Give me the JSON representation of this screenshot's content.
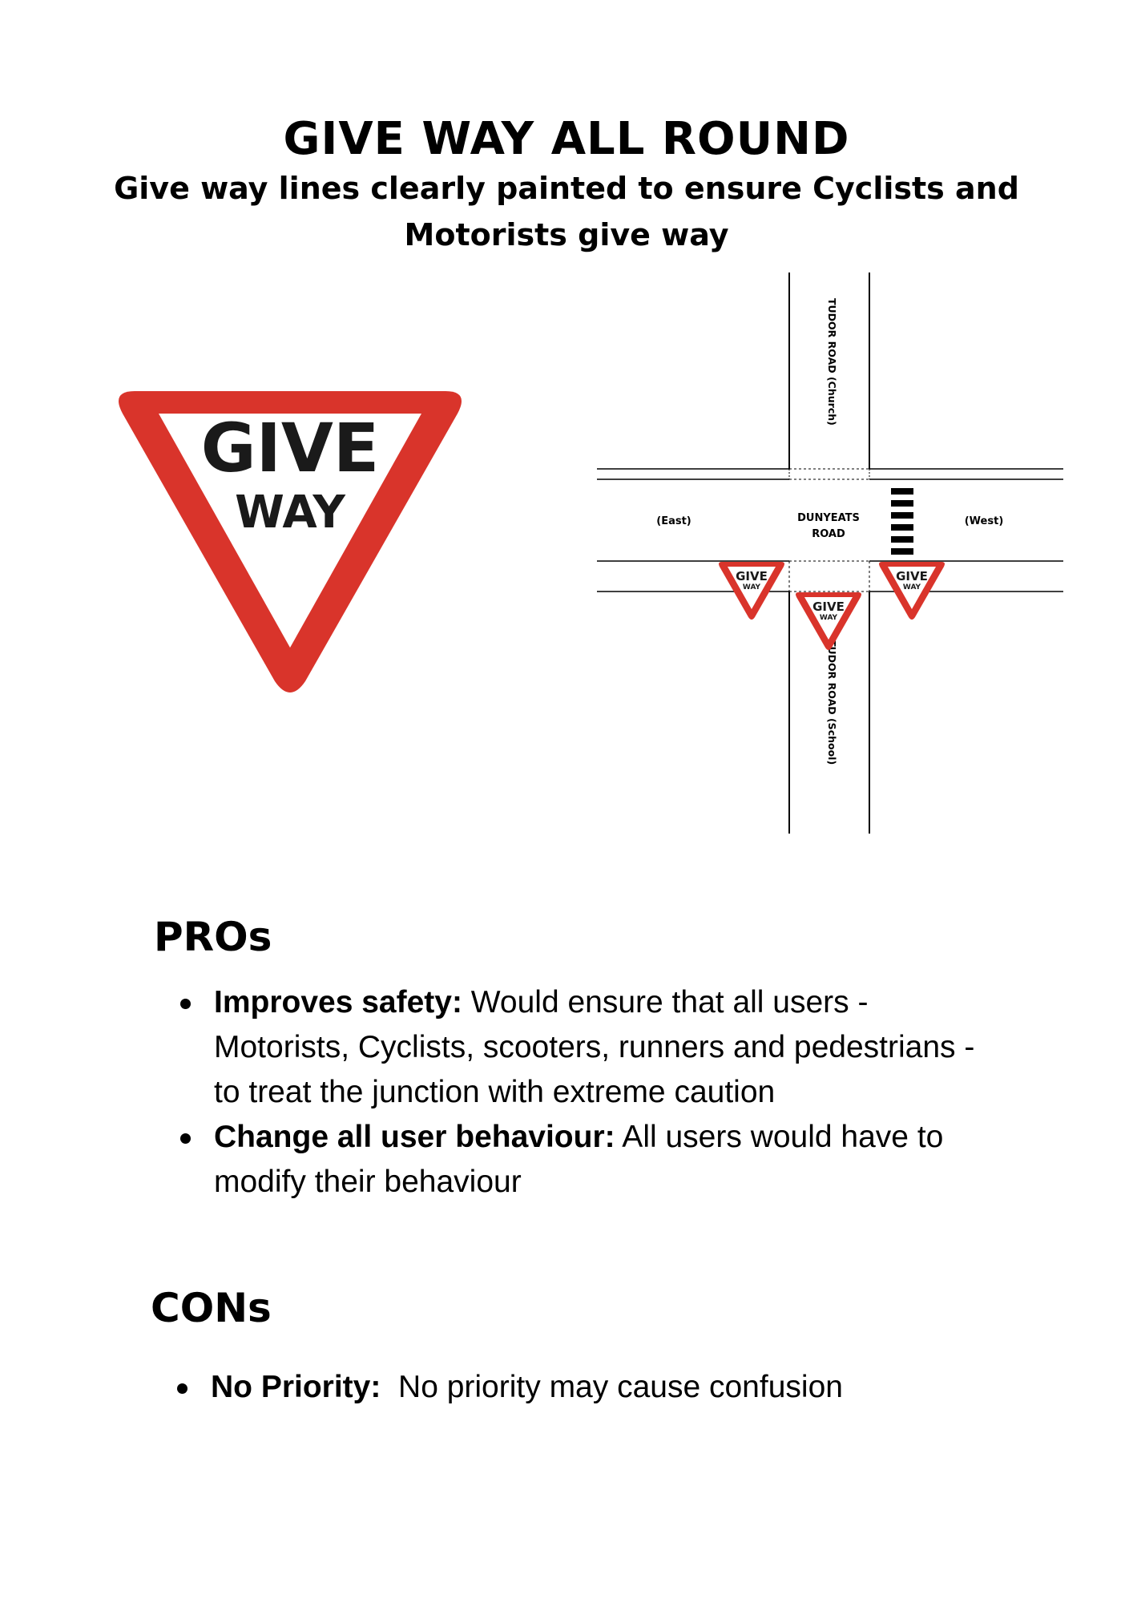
{
  "header": {
    "title": "GIVE WAY ALL ROUND",
    "subtitle": "Give way lines clearly painted to ensure Cyclists and Motorists give way"
  },
  "sign": {
    "line1": "GIVE",
    "line2": "WAY",
    "border_color": "#d9342b",
    "text_color": "#1a1a1a"
  },
  "diagram": {
    "north_road": "TUDOR ROAD (Church)",
    "south_road": "TUDOR ROAD (School)",
    "main_road_line1": "DUNYEATS",
    "main_road_line2": "ROAD",
    "east_label": "(East)",
    "west_label": "(West)",
    "small_sign_line1": "GIVE",
    "small_sign_line2": "WAY"
  },
  "pros": {
    "heading": "PROs",
    "items": [
      {
        "bold": "Improves safety:",
        "text": " Would ensure that all users - Motorists, Cyclists, scooters, runners and pedestrians - to treat the junction with extreme caution"
      },
      {
        "bold": "Change all user behaviour:",
        "text": " All users would have to modify their behaviour"
      }
    ]
  },
  "cons": {
    "heading": "CONs",
    "items": [
      {
        "bold": "No Priority:",
        "text": "  No priority may cause confusion"
      }
    ]
  }
}
